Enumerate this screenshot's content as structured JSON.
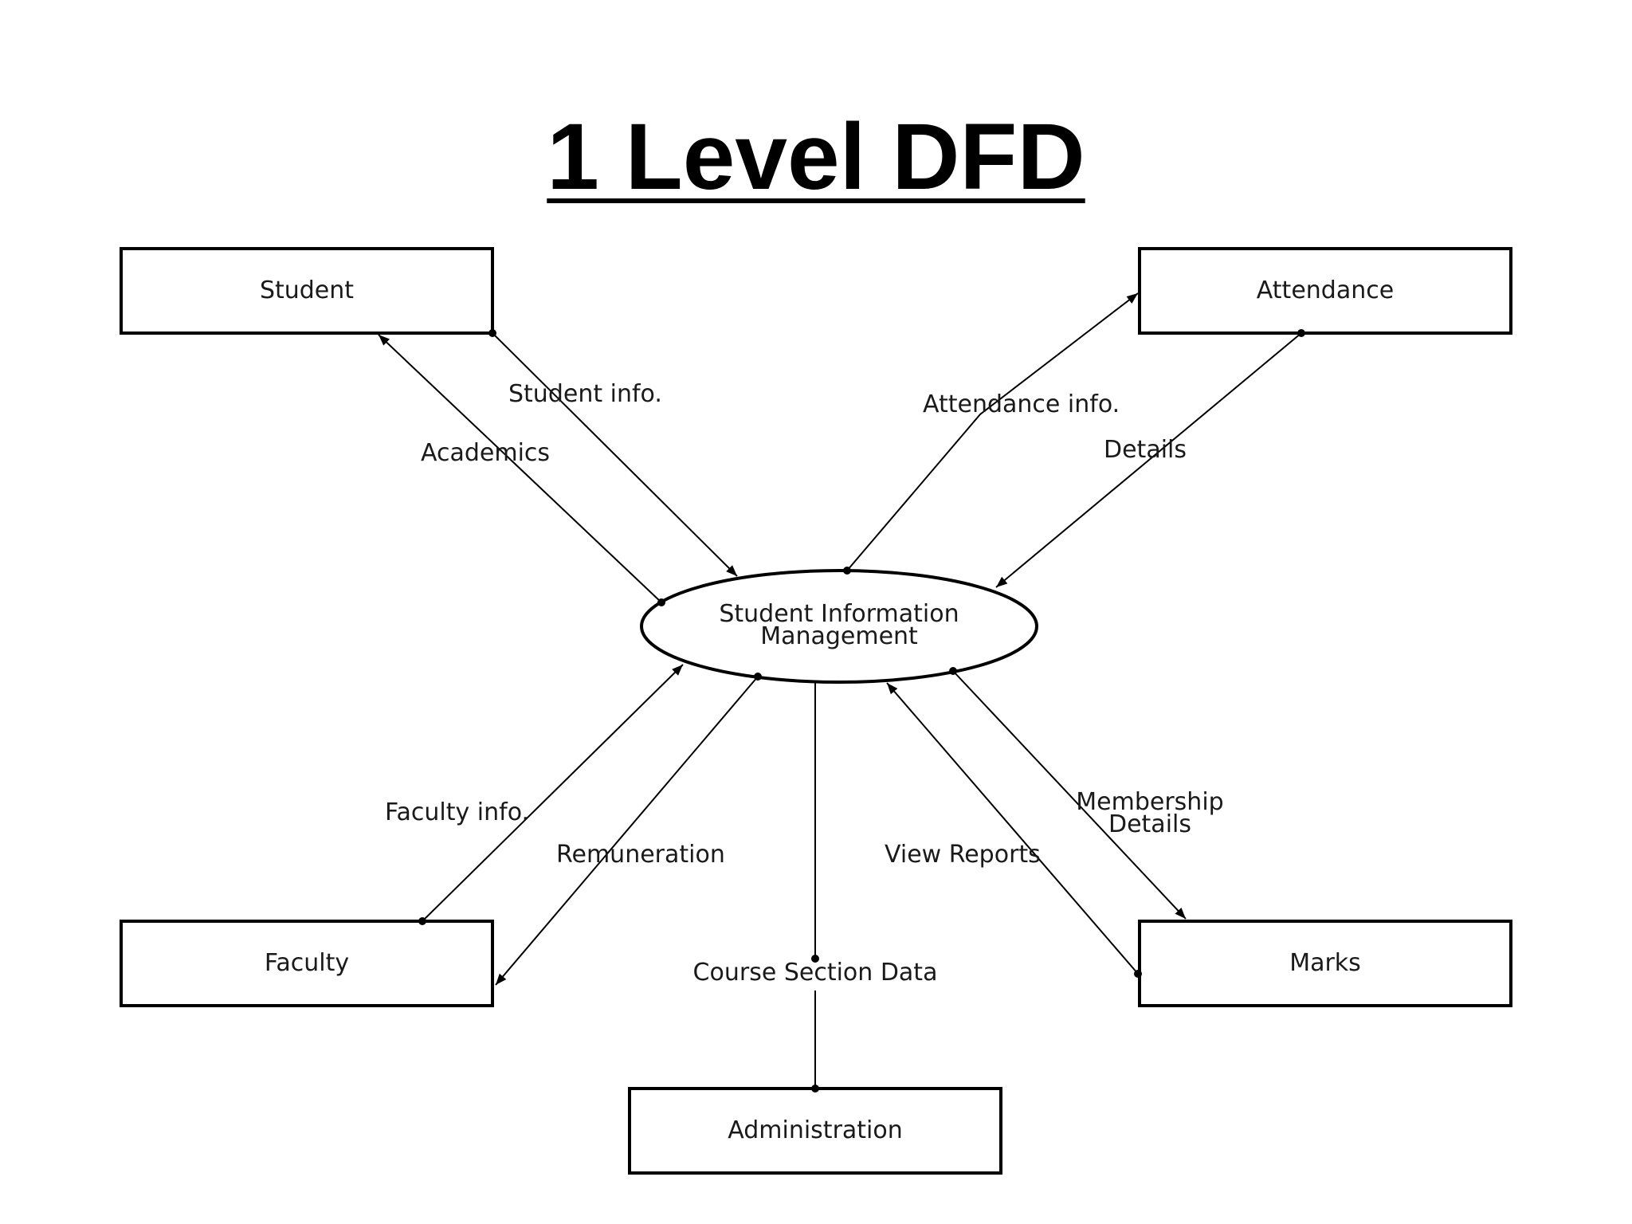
{
  "title": "1 Level DFD",
  "process": {
    "line1": "Student Information",
    "line2": "Management"
  },
  "entities": {
    "student": "Student",
    "attendance": "Attendance",
    "faculty": "Faculty",
    "marks": "Marks",
    "administration": "Administration"
  },
  "flows": {
    "student_info": "Student info.",
    "academics": "Academics",
    "attendance_info": "Attendance info.",
    "details": "Details",
    "faculty_info": "Faculty info.",
    "remuneration": "Remuneration",
    "membership_line1": "Membership",
    "membership_line2": "Details",
    "view_reports": "View Reports",
    "course_section_data": "Course Section Data"
  }
}
